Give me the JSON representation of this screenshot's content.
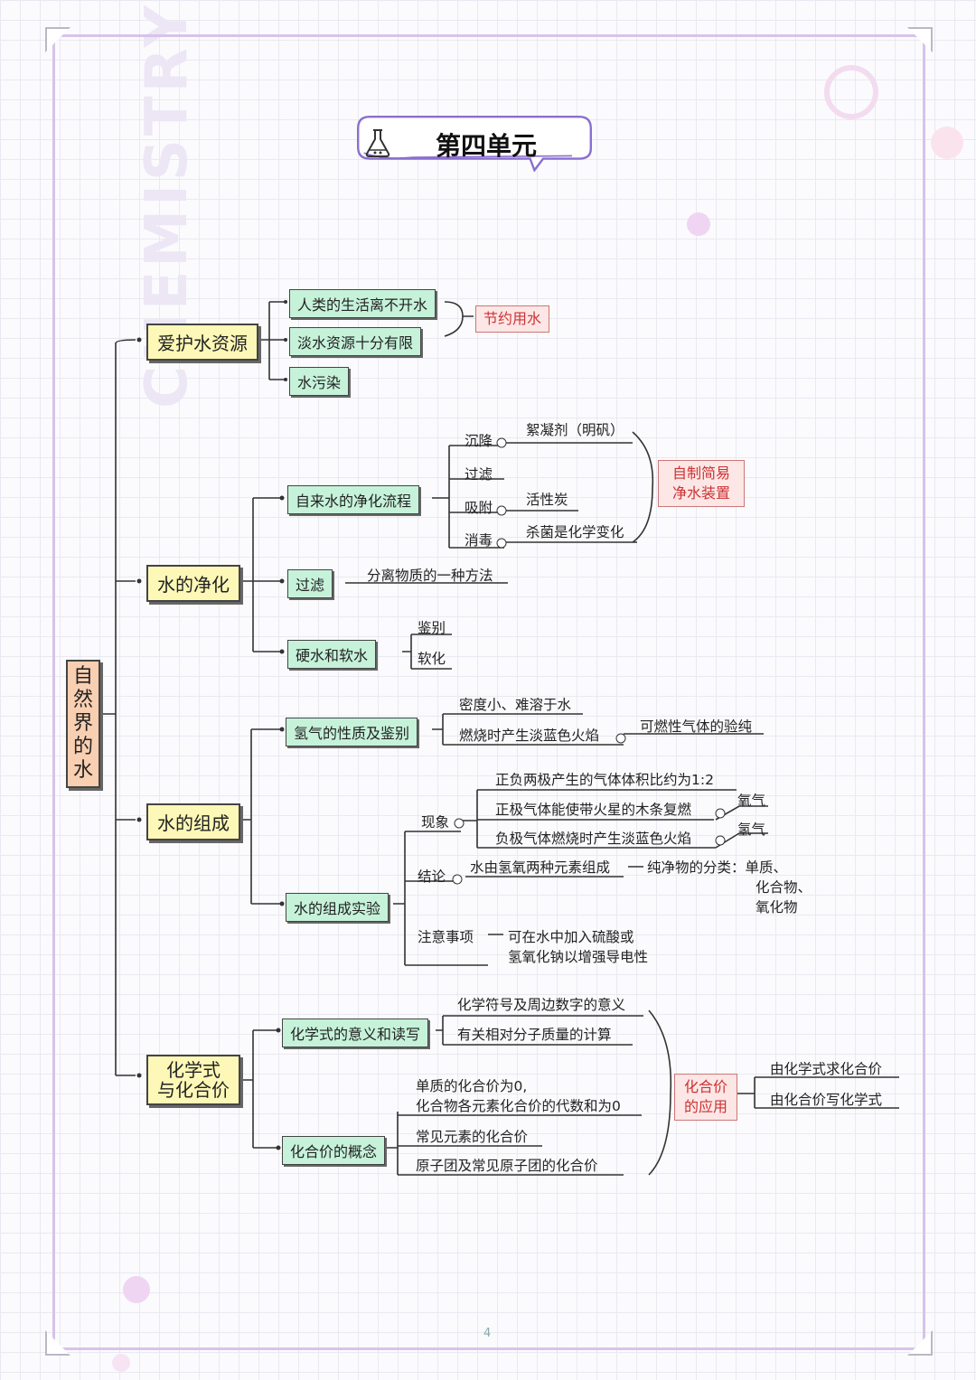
{
  "watermark": "CHEMISTRY",
  "title": "第四单元",
  "page_number": "4",
  "root": "自然界的水",
  "branches": {
    "b1": {
      "label": "爱护水资源",
      "subs": [
        "人类的生活离不开水",
        "淡水资源十分有限",
        "水污染"
      ],
      "result": "节约用水"
    },
    "b2": {
      "label": "水的净化",
      "s1": {
        "label": "自来水的净化流程",
        "steps": [
          "沉降",
          "过滤",
          "吸附",
          "消毒"
        ],
        "details": [
          "絮凝剂（明矾）",
          "活性炭",
          "杀菌是化学变化"
        ],
        "result": "自制简易净水装置"
      },
      "s2": {
        "label": "过滤",
        "note": "分离物质的一种方法"
      },
      "s3": {
        "label": "硬水和软水",
        "items": [
          "鉴别",
          "软化"
        ]
      }
    },
    "b3": {
      "label": "水的组成",
      "s1": {
        "label": "氢气的性质及鉴别",
        "items": [
          "密度小、难溶于水",
          "燃烧时产生淡蓝色火焰"
        ],
        "extra": "可燃性气体的验纯"
      },
      "s2": {
        "label": "水的组成实验",
        "phenomena_label": "现象",
        "phenomena": [
          "正负两极产生的气体体积比约为1:2",
          "正极气体能使带火星的木条复燃",
          "负极气体燃烧时产生淡蓝色火焰"
        ],
        "gases": [
          "氧气",
          "氢气"
        ],
        "conclusion_label": "结论",
        "conclusion": "水由氢氧两种元素组成",
        "classification": "纯净物的分类：单质、",
        "classification_2": "化合物、",
        "classification_3": "氧化物",
        "notes_label": "注意事项",
        "notes_1": "可在水中加入硫酸或",
        "notes_2": "氢氧化钠以增强导电性"
      }
    },
    "b4": {
      "label_1": "化学式",
      "label_2": "与化合价",
      "s1": {
        "label": "化学式的意义和读写",
        "items": [
          "化学符号及周边数字的意义",
          "有关相对分子质量的计算"
        ]
      },
      "s2": {
        "label": "化合价的概念",
        "item_1a": "单质的化合价为0,",
        "item_1b": "化合物各元素化合价的代数和为0",
        "items": [
          "常见元素的化合价",
          "原子团及常见原子团的化合价"
        ]
      },
      "application": "化合价的应用",
      "applications": [
        "由化学式求化合价",
        "由化合价写化学式"
      ]
    }
  }
}
